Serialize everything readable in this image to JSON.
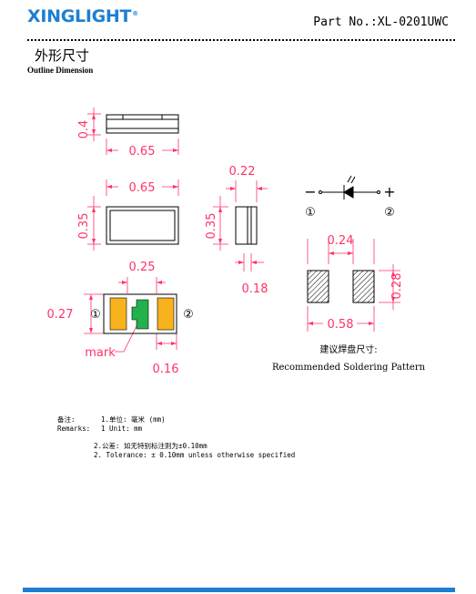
{
  "header": {
    "brand": "XINGLIGHT",
    "brand_mark": "®",
    "part_no": "Part No.:XL-0201UWC"
  },
  "section": {
    "title_cn": "外形尺寸",
    "title_en": "Outline Dimension"
  },
  "drawing": {
    "dim_top_height": "0.4",
    "dim_top_length": "0.65",
    "dim_front_length": "0.65",
    "dim_front_height": "0.35",
    "dim_side_width": "0.22",
    "dim_side_height": "0.35",
    "dim_side_bottom": "0.18",
    "dim_bottom_gap": "0.25",
    "dim_bottom_height": "0.27",
    "dim_bottom_pad": "0.16",
    "mark_label": "mark",
    "pin1": "①",
    "pin2": "②",
    "sym_minus": "−",
    "sym_plus": "+",
    "sym_pin1": "①",
    "sym_pin2": "②",
    "pad_width": "0.24",
    "pad_height": "0.28",
    "pad_span": "0.58",
    "rec_cn": "建议焊盘尺寸:",
    "rec_en": "Recommended Soldering Pattern",
    "colors": {
      "pad": "#f7b21e",
      "mark": "#22b14c",
      "brand": "#1e7fd0"
    }
  },
  "remarks": {
    "label_cn": "备注:",
    "label_en": "Remarks:",
    "item1_cn": "1.单位: 毫米 (mm)",
    "item1_en": "1 Unit: mm",
    "item2_cn": "2.公差:  如无特别标注则为±0.10mm",
    "item2_en": "2. Tolerance: ± 0.10mm unless otherwise specified"
  }
}
